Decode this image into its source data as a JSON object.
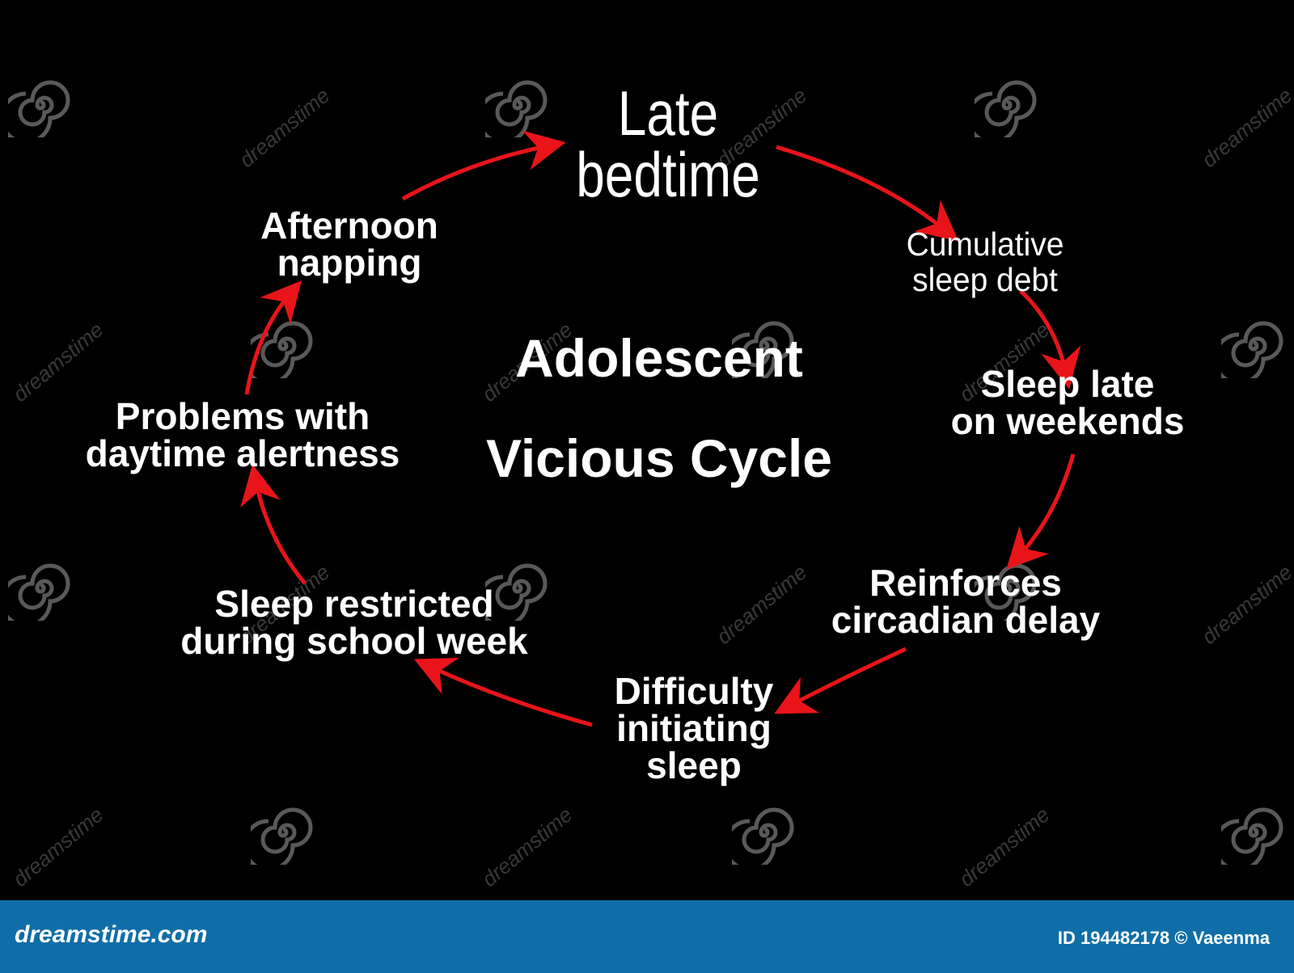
{
  "diagram": {
    "center_title": [
      "Adolescent",
      "Vicious Cycle"
    ],
    "nodes": [
      {
        "id": "late-bedtime",
        "lines": [
          "Late",
          "bedtime"
        ]
      },
      {
        "id": "cumulative-sleep-debt",
        "lines": [
          "Cumulative",
          "sleep debt"
        ]
      },
      {
        "id": "sleep-late-weekends",
        "lines": [
          "Sleep late",
          "on weekends"
        ]
      },
      {
        "id": "reinforces-circadian-delay",
        "lines": [
          "Reinforces",
          "circadian delay"
        ]
      },
      {
        "id": "difficulty-initiating-sleep",
        "lines": [
          "Difficulty",
          "initiating",
          "sleep"
        ]
      },
      {
        "id": "sleep-restricted-school-week",
        "lines": [
          "Sleep restricted",
          "during school week"
        ]
      },
      {
        "id": "problems-daytime-alertness",
        "lines": [
          "Problems with",
          "daytime alertness"
        ]
      },
      {
        "id": "afternoon-napping",
        "lines": [
          "Afternoon",
          "napping"
        ]
      }
    ],
    "arrow_color": "#e8141a",
    "background_color": "#000000",
    "text_color": "#ffffff"
  },
  "watermark": {
    "text": "dreamstime"
  },
  "footer": {
    "logo": "dreamstime.com",
    "id_text": "ID 194482178 © Vaeenma",
    "background_color": "#0f6ea7"
  }
}
